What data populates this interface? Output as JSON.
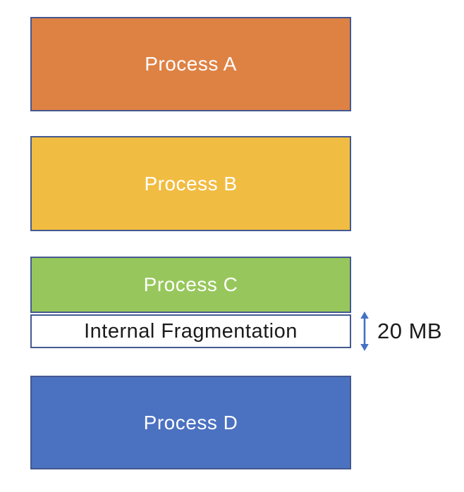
{
  "diagram": {
    "title": "memory-internal-fragmentation-diagram",
    "background_color": "#ffffff",
    "block_border_color": "#44598f",
    "blocks": [
      {
        "label": "Process A",
        "fill": "#de8244",
        "text_color": "#ffffff"
      },
      {
        "label": "Process B",
        "fill": "#f1bc42",
        "text_color": "#ffffff"
      },
      {
        "label": "Process C",
        "fill": "#97c75c",
        "text_color": "#ffffff"
      },
      {
        "label": "Internal Fragmentation",
        "fill": "#ffffff",
        "text_color": "#1b1b1b"
      },
      {
        "label": "Process D",
        "fill": "#4b71c1",
        "text_color": "#ffffff"
      }
    ],
    "annotation": {
      "icon": "double-headed-vertical-arrow-icon",
      "arrow_color": "#4472c4",
      "label": "20 MB",
      "label_color": "#1b1b1b"
    }
  }
}
